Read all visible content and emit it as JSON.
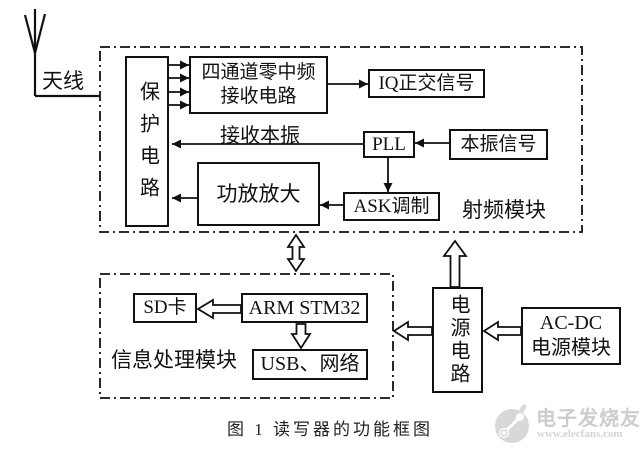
{
  "figure": {
    "caption": "图 1  读写器的功能框图",
    "antenna_label": "天线",
    "rf": {
      "module_label": "射频模块",
      "protection": "保护电路",
      "four_channel_line1": "四通道零中频",
      "four_channel_line2": "接收电路",
      "iq_signal": "IQ正交信号",
      "rx_lo_label": "接收本振",
      "pll": "PLL",
      "lo_signal": "本振信号",
      "power_amp": "功放放大",
      "ask_mod": "ASK调制"
    },
    "info": {
      "module_label": "信息处理模块",
      "sd_card": "SD卡",
      "mcu": "ARM STM32",
      "usb_net": "USB、网络"
    },
    "power": {
      "power_circuit": "电源电路",
      "acdc_line1": "AC-DC",
      "acdc_line2": "电源模块"
    },
    "watermark": {
      "brand": "电子发烧友",
      "site": "www.elecfans.com"
    },
    "colors": {
      "line": "#111111",
      "background": "#ffffff",
      "watermark": "#cdcdcd"
    }
  }
}
